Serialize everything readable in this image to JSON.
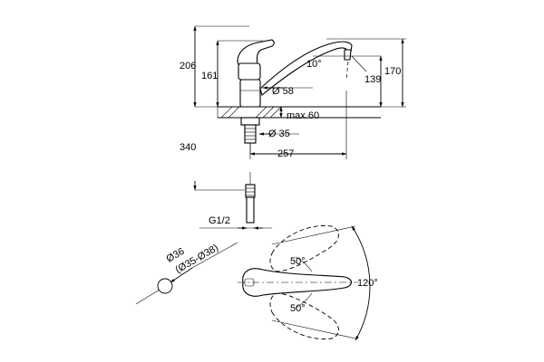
{
  "dimensions": {
    "total_height": "206",
    "lever_height": "161",
    "spout_angle": "10°",
    "outlet_height": "139",
    "spout_height": "170",
    "body_diameter": "Ø 58",
    "max_deck_thickness": "max.60",
    "hole_diameter": "Ø 35",
    "hose_length": "340",
    "spout_reach": "257",
    "thread": "G1/2",
    "mount_diameter": "Ø36",
    "mount_range": "(Ø35-Ø38)",
    "rotation_top": "50°",
    "rotation_bottom": "50°",
    "rotation_total": "120°"
  }
}
